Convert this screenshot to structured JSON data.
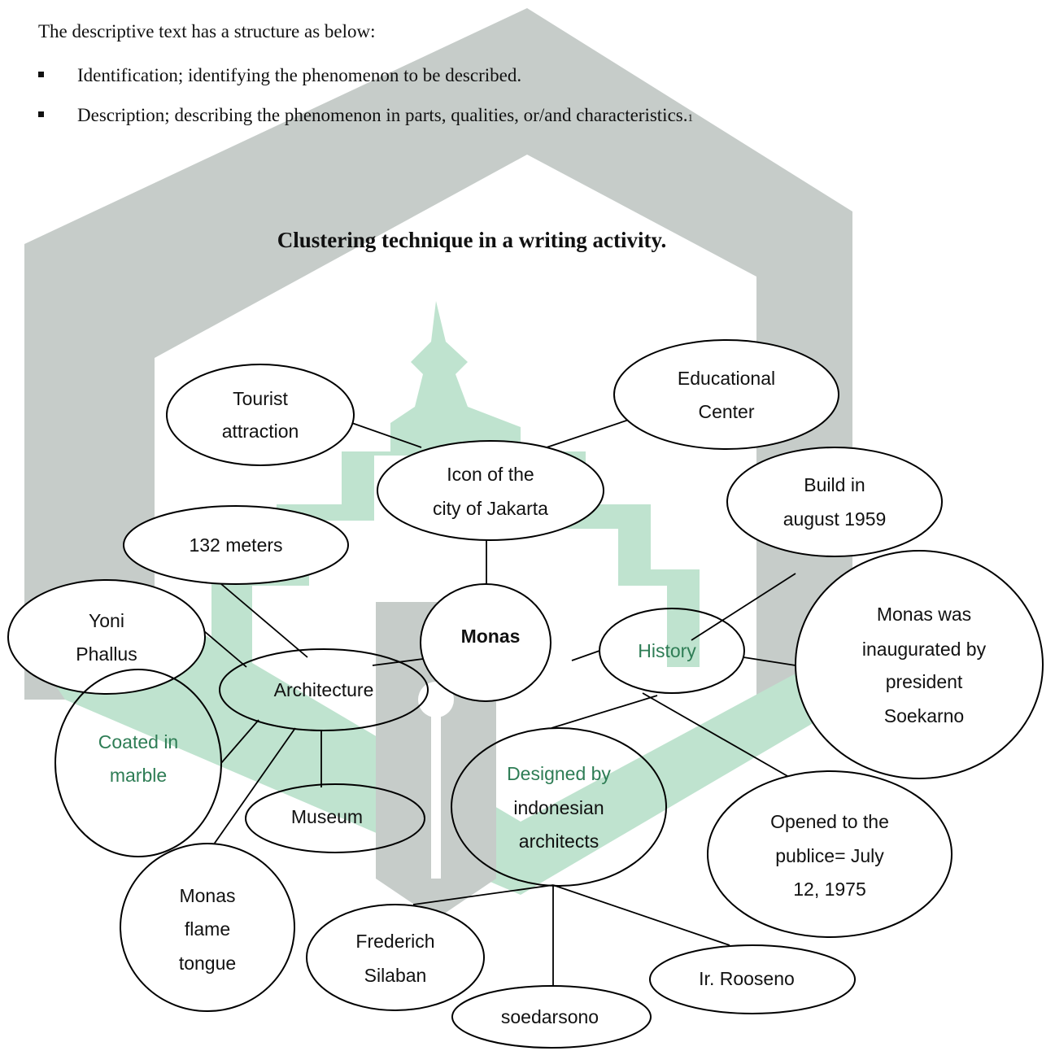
{
  "intro": "The descriptive text has a structure as below:",
  "bullets": [
    {
      "text": "Identification; identifying the phenomenon to be described.",
      "footnote": ""
    },
    {
      "text": "Description; describing the phenomenon in parts, qualities, or/and characteristics.",
      "footnote": "1"
    }
  ],
  "heading": "Clustering technique in a writing activity.",
  "diagram": {
    "center": "Monas",
    "icon_node": [
      "Icon of the",
      "city of Jakarta"
    ],
    "tourist": [
      "Tourist",
      "attraction"
    ],
    "educational": [
      "Educational",
      "Center"
    ],
    "build": [
      "Build in",
      "august 1959"
    ],
    "meters": "132 meters",
    "yoni": [
      "Yoni",
      "Phallus"
    ],
    "architecture": "Architecture",
    "history": "History",
    "inaugurated": [
      "Monas was",
      "inaugurated by",
      "president",
      "Soekarno"
    ],
    "coated": [
      "Coated in",
      "marble"
    ],
    "museum": "Museum",
    "designed": [
      "Designed by",
      "indonesian",
      "architects"
    ],
    "opened": [
      "Opened to the",
      "publice= July",
      "12, 1975"
    ],
    "flame": [
      "Monas",
      "flame",
      "tongue"
    ],
    "frederich": [
      "Frederich",
      "Silaban"
    ],
    "rooseno": "Ir. Rooseno",
    "soedarsono": "soedarsono"
  },
  "colors": {
    "watermark_gray": "#c6ccc9",
    "watermark_green": "#bfe3cf",
    "watermark_text_green": "#2e7d55"
  }
}
